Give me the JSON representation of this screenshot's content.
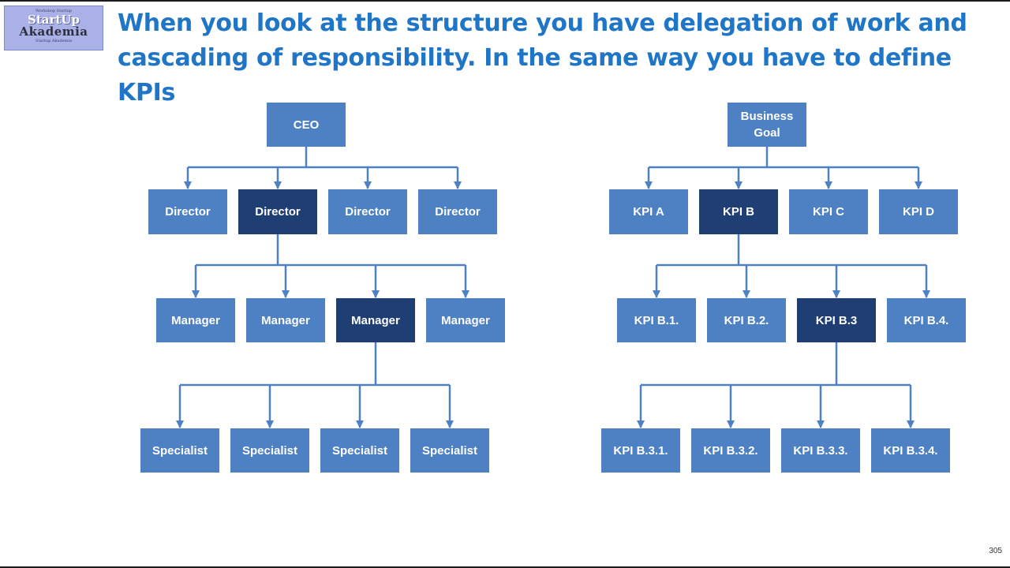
{
  "logo": {
    "tagline": "Workshop Startup",
    "line1": "StartUp",
    "line2": "Akademia",
    "subline": "Startup Akademia"
  },
  "title": "When you look at the structure you have delegation of work and cascading of responsibility. In the same way you have to define KPIs",
  "page_number": "305",
  "colors": {
    "node_light": "#4e81c3",
    "node_dark": "#1f3e73",
    "title": "#2076c6",
    "connector": "#4e81c3"
  },
  "org_chart": {
    "root": "CEO",
    "level1": [
      "Director",
      "Director",
      "Director",
      "Director"
    ],
    "level2": [
      "Manager",
      "Manager",
      "Manager",
      "Manager"
    ],
    "level3": [
      "Specialist",
      "Specialist",
      "Specialist",
      "Specialist"
    ],
    "highlighted_path": [
      "CEO",
      "Director (2nd)",
      "Manager (3rd)"
    ]
  },
  "kpi_chart": {
    "root": "Business Goal",
    "level1": [
      "KPI A",
      "KPI B",
      "KPI C",
      "KPI D"
    ],
    "level2": [
      "KPI B.1.",
      "KPI B.2.",
      "KPI B.3",
      "KPI B.4."
    ],
    "level3": [
      "KPI B.3.1.",
      "KPI B.3.2.",
      "KPI B.3.3.",
      "KPI B.3.4."
    ],
    "highlighted_path": [
      "Business Goal",
      "KPI B",
      "KPI B.3"
    ]
  }
}
